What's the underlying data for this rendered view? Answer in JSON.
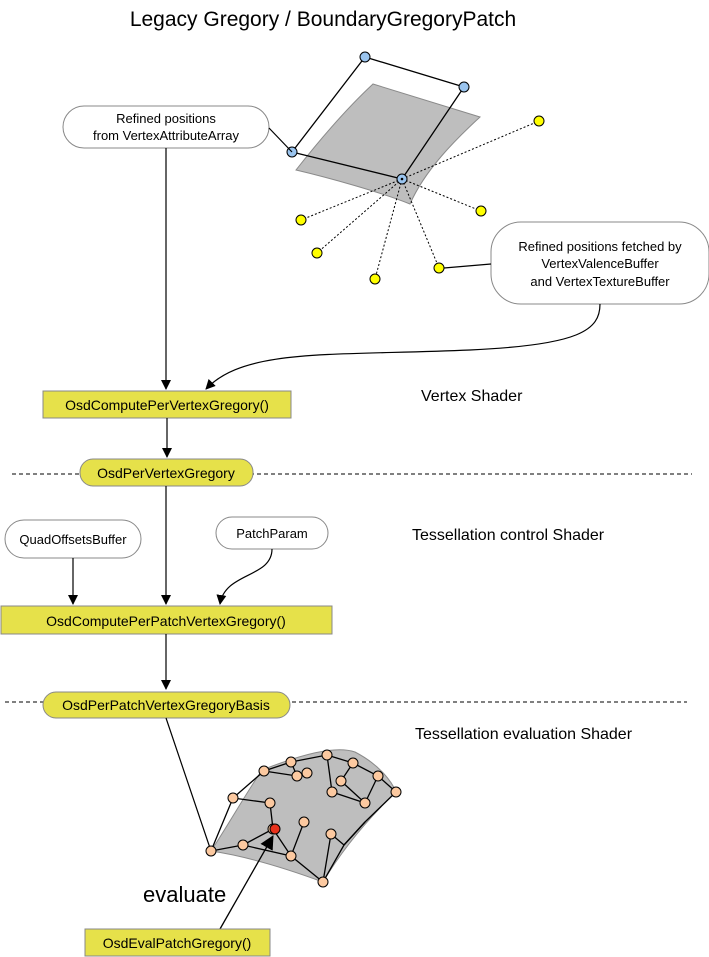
{
  "title": "Legacy Gregory / BoundaryGregoryPatch",
  "bubbles": {
    "refined_positions_line1": "Refined positions",
    "refined_positions_line2": "from VertexAttributeArray",
    "fetched_line1": "Refined positions fetched by",
    "fetched_line2": "VertexValenceBuffer",
    "fetched_line3": "and VertexTextureBuffer",
    "quad_offsets": "QuadOffsetsBuffer",
    "patch_param": "PatchParam"
  },
  "functions": {
    "compute_per_vertex": "OsdComputePerVertexGregory()",
    "per_vertex": "OsdPerVertexGregory",
    "compute_per_patch_vertex": "OsdComputePerPatchVertexGregory()",
    "per_patch_vertex_basis": "OsdPerPatchVertexGregoryBasis",
    "eval_patch": "OsdEvalPatchGregory()"
  },
  "stages": {
    "vertex": "Vertex Shader",
    "tess_control": "Tessellation control Shader",
    "tess_eval": "Tessellation evaluation Shader"
  },
  "evaluate_label": "evaluate",
  "colors": {
    "function_box": "#e6e14a",
    "patch_fill": "#bebebe",
    "blue_point": "#9ac4ee",
    "yellow_point": "#ffff00",
    "peach_point": "#fcc9a0",
    "eval_point": "#e8321c"
  }
}
